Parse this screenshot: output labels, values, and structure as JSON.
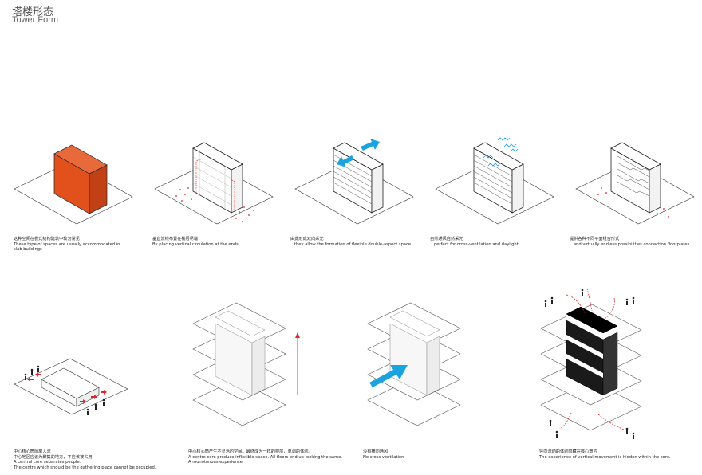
{
  "title": {
    "zh": "塔楼形态",
    "en": "Tower Form"
  },
  "colors": {
    "orange": "#E2501B",
    "red": "#E1252B",
    "blue": "#1BA3E0",
    "black": "#1a1a1a"
  },
  "captions": [
    {
      "zh": "这种空间在板式结构建筑中较为常见",
      "en": [
        "These type of spaces are usually accommodated in",
        "slab buildings"
      ]
    },
    {
      "zh": "垂直流线布置在楼层尽端",
      "en": [
        "By placing vertical circulation at the ends..."
      ]
    },
    {
      "zh": "由此形成双向采光",
      "en": [
        "...they allow the formation of flexible double-aspect space..."
      ]
    },
    {
      "zh": "自然通风自然采光",
      "en": [
        "...perfect for cross-ventilation and daylight"
      ]
    },
    {
      "zh": "提供各种不同平面组合形式",
      "en": [
        "...and virtually endless possibilities connection floorplates."
      ]
    },
    {
      "zh": "中心核心筒隔离人流",
      "zh2": "中心地区应该为聚集的地方，不应该被占用",
      "en": [
        "A central core separates people.",
        "The centre which should be the gathering place cannot be occupied."
      ]
    },
    {
      "zh": "中心核心筒产生不灵活的空间。最终成为一样的楼层，单调的体验。",
      "en": [
        "A centre core produce inflexible space. All floors end up looking the same.",
        "A monotonous experience"
      ]
    },
    {
      "zh": "没有横向通风",
      "en": [
        "No cross ventilation"
      ]
    },
    {
      "zh": "竖向流动的体验隐藏在核心筒内",
      "en": [
        "The experience of vertical movement is hidden within the core."
      ]
    }
  ]
}
